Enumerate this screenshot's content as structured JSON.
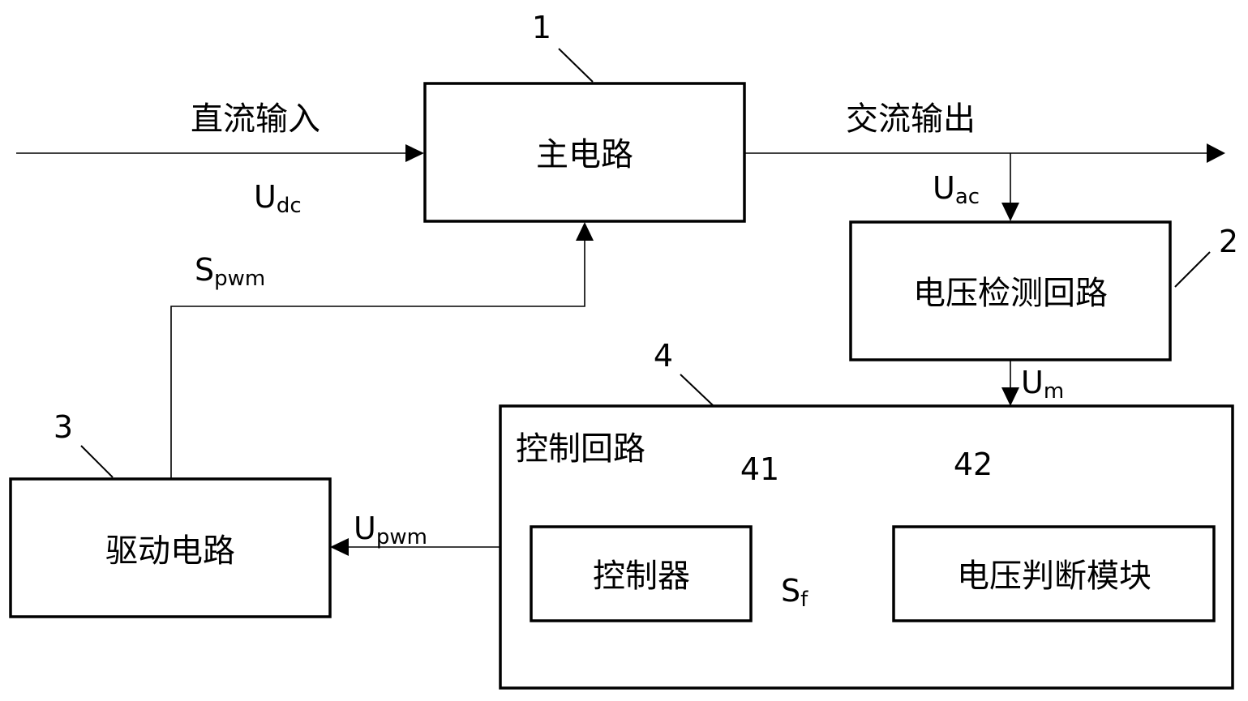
{
  "diagram": {
    "type": "block-diagram",
    "colors": {
      "stroke": "#000000",
      "background": "#ffffff"
    },
    "blocks": {
      "main_circuit": {
        "ref": "1",
        "label": "主电路"
      },
      "voltage_detection": {
        "ref": "2",
        "label": "电压检测回路"
      },
      "drive_circuit": {
        "ref": "3",
        "label": "驱动电路"
      },
      "control_loop": {
        "ref": "4",
        "label": "控制回路"
      },
      "controller": {
        "ref": "41",
        "label": "控制器"
      },
      "voltage_judgment": {
        "ref": "42",
        "label": "电压判断模块"
      }
    },
    "edge_labels": {
      "dc_input": "直流输入",
      "ac_output": "交流输出"
    },
    "signals": {
      "udc": {
        "main": "U",
        "sub": "dc"
      },
      "uac": {
        "main": "U",
        "sub": "ac"
      },
      "um": {
        "main": "U",
        "sub": "m"
      },
      "spwm": {
        "main": "S",
        "sub": "pwm"
      },
      "upwm": {
        "main": "U",
        "sub": "pwm"
      },
      "sf": {
        "main": "S",
        "sub": "f"
      }
    },
    "connections": [
      {
        "from": "dc_input",
        "to": "main_circuit",
        "signal": "udc"
      },
      {
        "from": "main_circuit",
        "to": "ac_output"
      },
      {
        "from": "main_circuit",
        "to": "voltage_detection",
        "signal": "uac"
      },
      {
        "from": "voltage_detection",
        "to": "control_loop",
        "signal": "um"
      },
      {
        "from": "control_loop",
        "to": "drive_circuit",
        "signal": "upwm"
      },
      {
        "from": "drive_circuit",
        "to": "main_circuit",
        "signal": "spwm"
      },
      {
        "from": "controller",
        "to": "voltage_judgment"
      },
      {
        "from": "voltage_judgment",
        "to": "controller",
        "signal": "sf"
      }
    ]
  }
}
